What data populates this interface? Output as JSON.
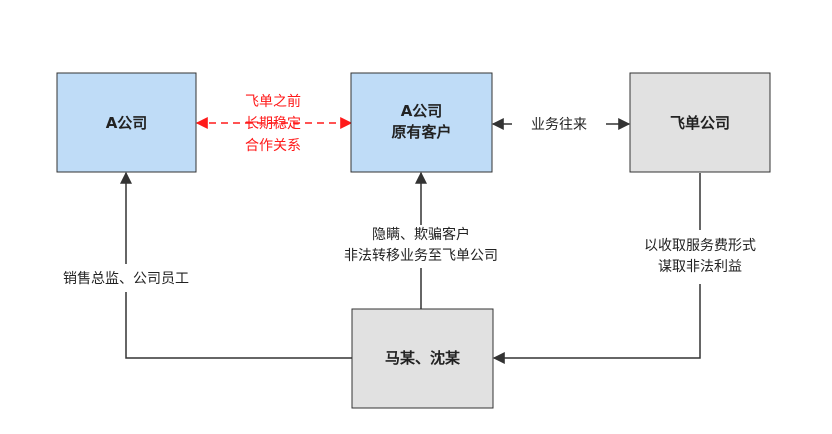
{
  "colors": {
    "blue_fill": "#bfdcf7",
    "grey_fill": "#e1e1e1",
    "box_stroke": "#333333",
    "line": "#333333",
    "red": "#ff1a1a"
  },
  "nodes": {
    "company_a": {
      "label": "A公司"
    },
    "original_customer": {
      "line1": "A公司",
      "line2": "原有客户"
    },
    "feidan_company": {
      "label": "飞单公司"
    },
    "ma_shen": {
      "label": "马某、沈某"
    }
  },
  "edges": {
    "cooperation": {
      "line1": "飞单之前",
      "line2": "长期稳定",
      "line3": "合作关系"
    },
    "business": {
      "label": "业务往来"
    },
    "transfer": {
      "line1": "隐瞒、欺骗客户",
      "line2": "非法转移业务至飞单公司"
    },
    "sales": {
      "label": "销售总监、公司员工"
    },
    "profit": {
      "line1": "以收取服务费形式",
      "line2": "谋取非法利益"
    }
  }
}
